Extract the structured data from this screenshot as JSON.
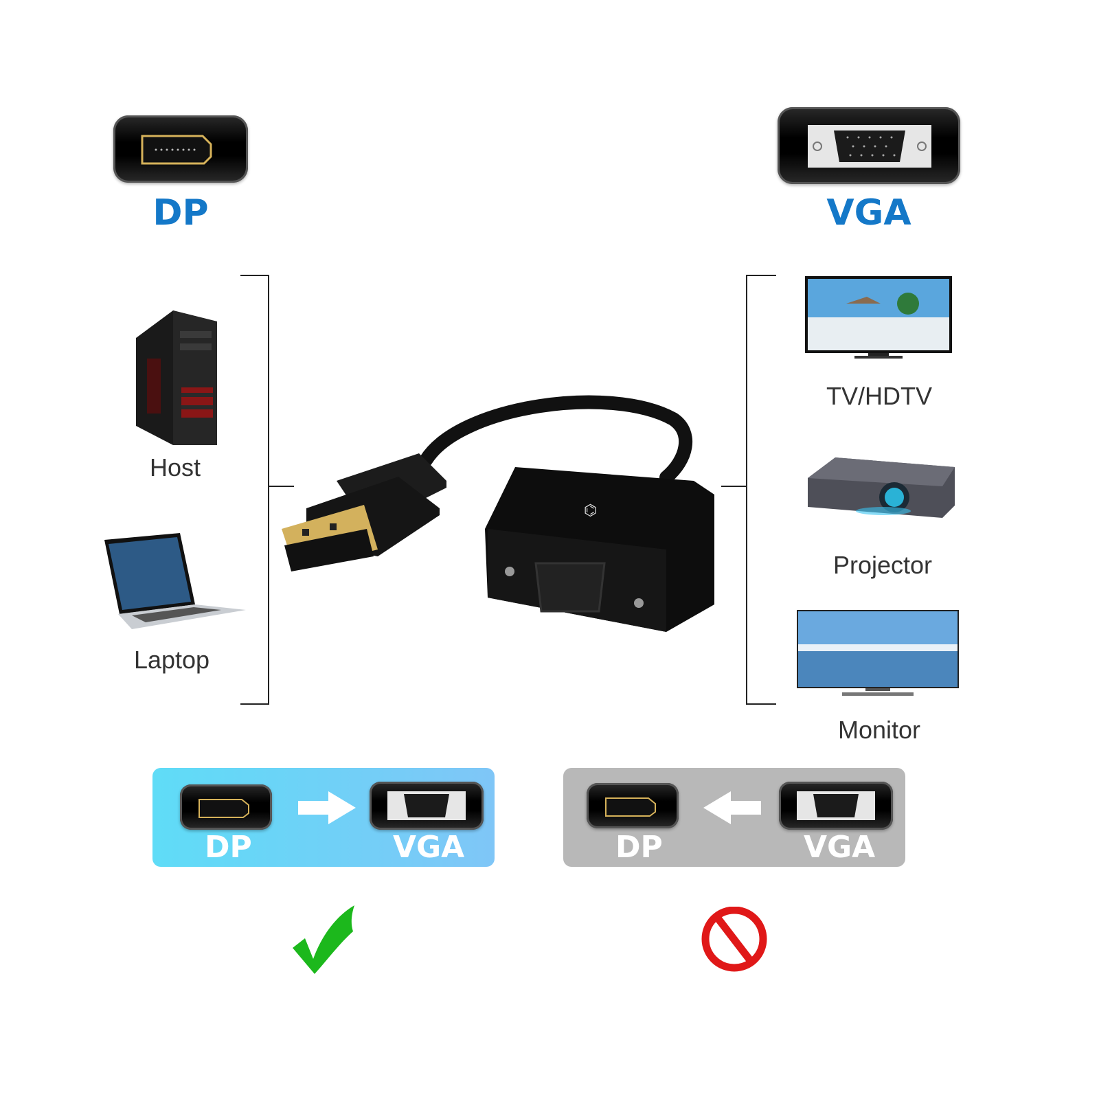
{
  "top": {
    "left_connector": {
      "label": "DP",
      "icon": "displayport-port-icon"
    },
    "right_connector": {
      "label": "VGA",
      "icon": "vga-port-icon"
    }
  },
  "sources": [
    {
      "label": "Host",
      "icon": "desktop-tower-icon"
    },
    {
      "label": "Laptop",
      "icon": "laptop-icon"
    }
  ],
  "displays": [
    {
      "label": "TV/HDTV",
      "icon": "tv-icon"
    },
    {
      "label": "Projector",
      "icon": "projector-icon"
    },
    {
      "label": "Monitor",
      "icon": "monitor-icon"
    }
  ],
  "center": {
    "product": "DisplayPort to VGA adapter",
    "icon": "adapter-icon"
  },
  "direction_panels": [
    {
      "from": "DP",
      "to": "VGA",
      "arrow": "right",
      "status": "supported",
      "status_icon": "checkmark-icon",
      "color": "#5fd6f5"
    },
    {
      "from": "DP",
      "to": "VGA",
      "arrow": "left",
      "status": "not-supported",
      "status_icon": "prohibited-icon",
      "color": "#b8b8b8"
    }
  ],
  "colors": {
    "accent_blue": "#1478c8",
    "check_green": "#1cb81c",
    "no_red": "#e01818"
  }
}
